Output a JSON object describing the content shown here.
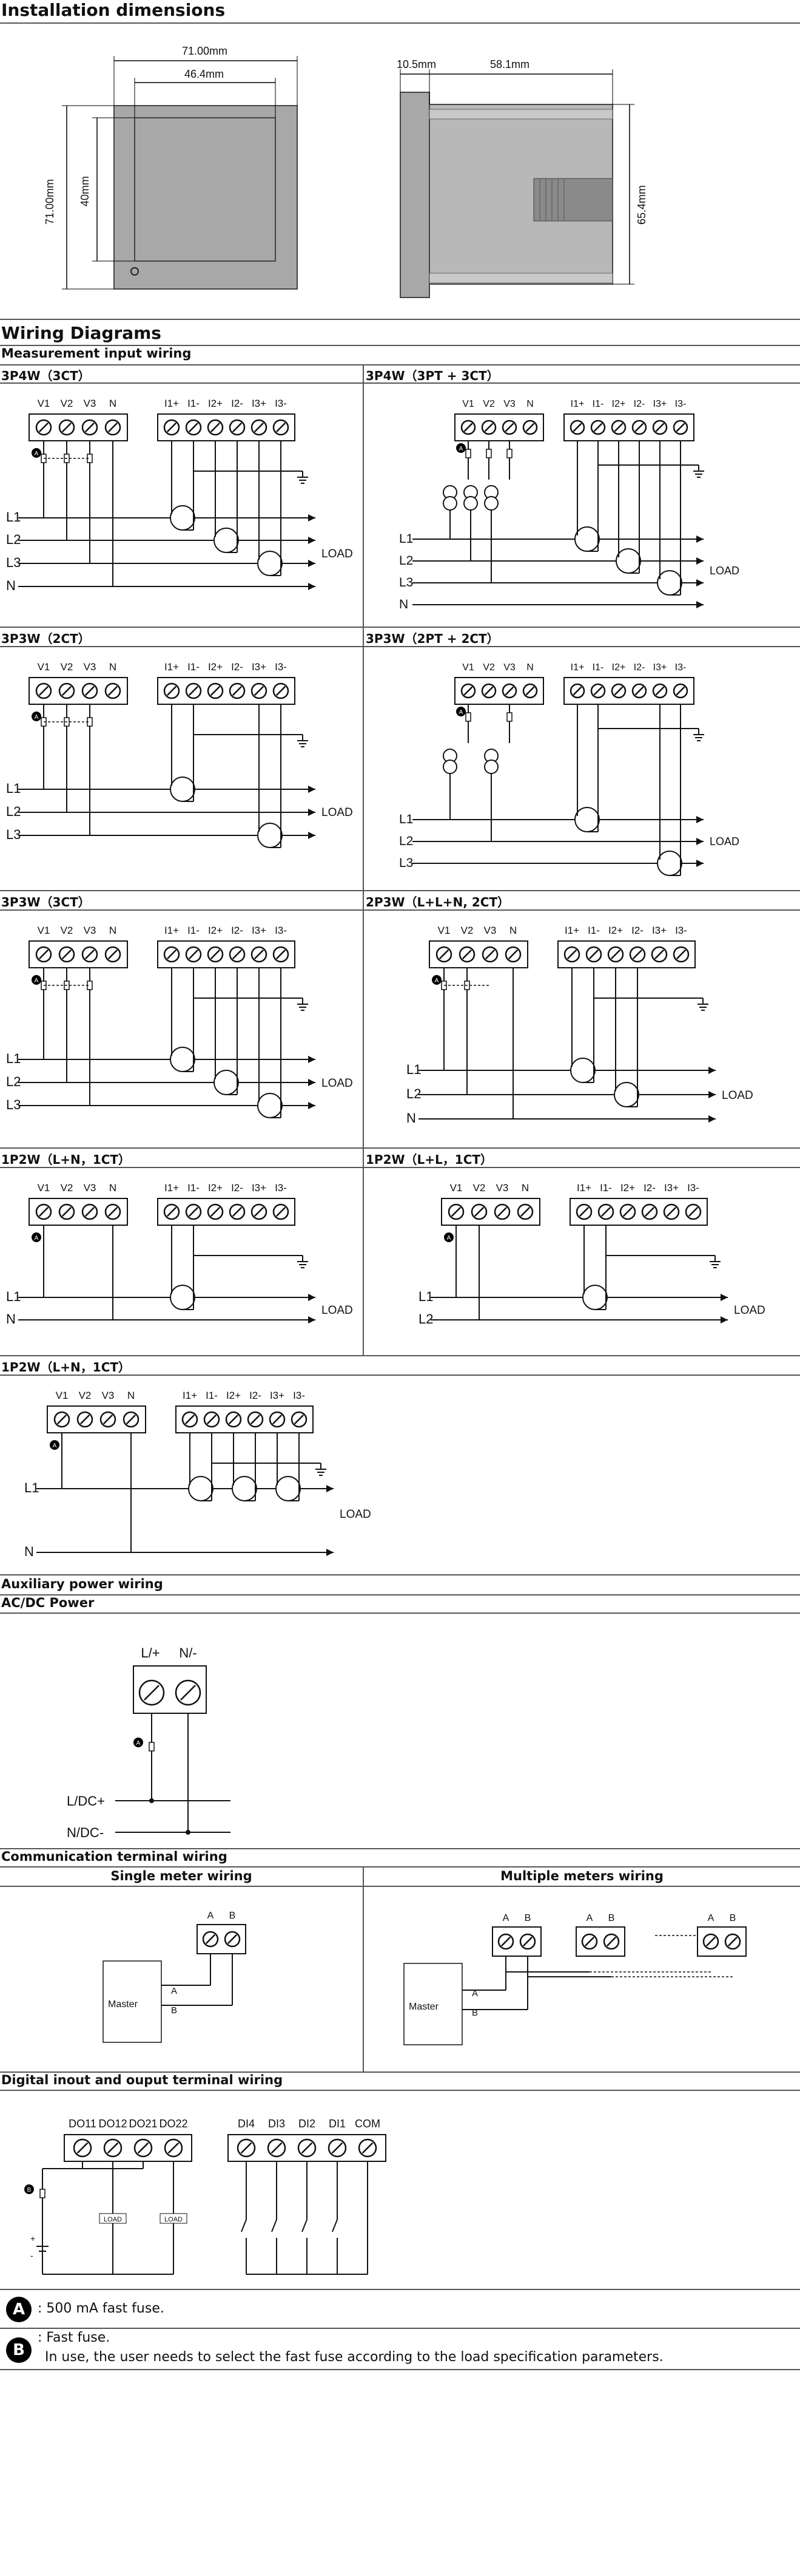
{
  "install": {
    "title": "Installation dimensions",
    "front": {
      "width": "71.00mm",
      "window": "46.4mm",
      "height": "71.00mm",
      "inner": "40mm"
    },
    "side": {
      "bezel": "10.5mm",
      "depth": "58.1mm",
      "height": "65.4mm"
    }
  },
  "wiring": {
    "title": "Wiring Diagrams",
    "measurement_title": "Measurement input wiring",
    "terminals": {
      "v": [
        "V1",
        "V2",
        "V3",
        "N"
      ],
      "i": [
        "I1+",
        "I1-",
        "I2+",
        "I2-",
        "I3+",
        "I3-"
      ]
    },
    "lines": {
      "l1": "L1",
      "l2": "L2",
      "l3": "L3",
      "n": "N",
      "load": "LOAD"
    },
    "panels": [
      {
        "title": "3P4W（3CT）"
      },
      {
        "title": "3P4W（3PT + 3CT）"
      },
      {
        "title": "3P3W（2CT）"
      },
      {
        "title": "3P3W（2PT + 2CT）"
      },
      {
        "title": "3P3W（3CT）"
      },
      {
        "title": "2P3W（L+L+N, 2CT）"
      },
      {
        "title": "1P2W（L+N，1CT）"
      },
      {
        "title": "1P2W（L+L，1CT）"
      },
      {
        "title": "1P2W（L+N，1CT）"
      }
    ]
  },
  "aux": {
    "title": "Auxiliary power wiring",
    "subtitle": "AC/DC Power",
    "terminals": [
      "L/+",
      "N/-"
    ],
    "lines": [
      "L/DC+",
      "N/DC-"
    ]
  },
  "comm": {
    "title": "Communication terminal wiring",
    "single_title": "Single meter wiring",
    "multi_title": "Multiple meters wiring",
    "a": "A",
    "b": "B",
    "master": "Master"
  },
  "digital": {
    "title": "Digital inout and ouput terminal wiring",
    "do_terminals": [
      "DO11",
      "DO12",
      "DO21",
      "DO22"
    ],
    "di_terminals": [
      "DI4",
      "DI3",
      "DI2",
      "DI1",
      "COM"
    ],
    "load": "LOAD",
    "plus": "+",
    "minus": "-"
  },
  "notes": {
    "a_badge": "A",
    "a_text": ": 500 mA fast fuse.",
    "b_badge": "B",
    "b_text": ": Fast fuse.",
    "b_text2": "In use, the user needs to select the fast fuse according to the load specification parameters."
  }
}
